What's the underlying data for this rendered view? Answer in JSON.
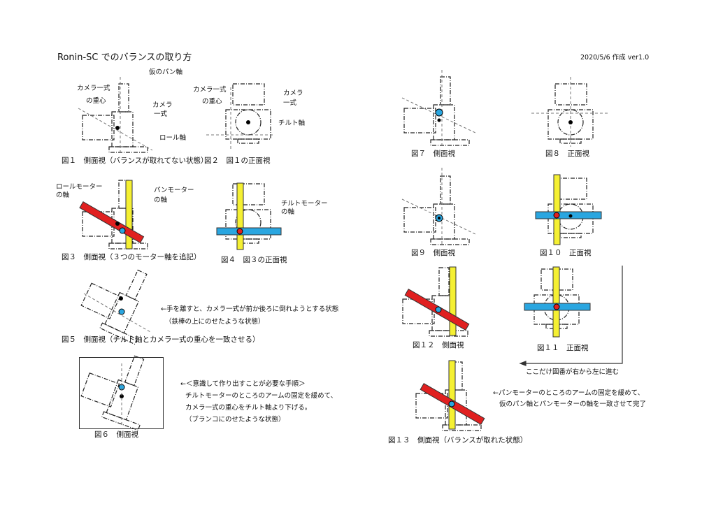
{
  "title": "Ronin-SC でのバランスの取り方",
  "version": "2020/5/6 作成  ver1.0",
  "fig1": {
    "pan_axis": "仮のパン軸",
    "cg1": "カメラ一式",
    "cg2": "の重心",
    "cam1": "カメラ",
    "cam2": "一式",
    "roll_axis": "ロール軸",
    "caption": "図１　側面視（バランスが取れてない状態）"
  },
  "fig2": {
    "cg1": "カメラ一式",
    "cg2": "の重心",
    "cam1": "カメラ",
    "cam2": "一式",
    "tilt_axis": "チルト軸",
    "caption": "図２　図１の正面視"
  },
  "fig3": {
    "roll1": "ロールモーター",
    "roll2": "の軸",
    "pan1": "パンモーター",
    "pan2": "の軸",
    "caption": "図３　側面視（３つのモーター軸を追記）"
  },
  "fig4": {
    "tilt1": "チルトモーター",
    "tilt2": "の軸",
    "caption": "図４　図３の正面視"
  },
  "fig5": {
    "note1": "←手を離すと、カメラ一式が前か後ろに倒れようとする状態",
    "note2": "（鉄棒の上にのせたような状態）",
    "caption": "図５　側面視（チルト軸とカメラ一式の重心を一致させる）"
  },
  "fig6": {
    "note1": "←＜意識して作り出すことが必要な手順＞",
    "note2": "チルトモーターのところのアームの固定を緩めて、",
    "note3": "カメラ一式の重心をチルト軸より下げる。",
    "note4": "（ブランコにのせたような状態）",
    "caption": "図６　側面視"
  },
  "fig7": {
    "caption": "図７　側面視"
  },
  "fig8": {
    "caption": "図８　正面視"
  },
  "fig9": {
    "caption": "図９　側面視"
  },
  "fig10": {
    "caption": "図１０　正面視"
  },
  "fig11": {
    "caption": "図１１　正面視"
  },
  "fig12": {
    "caption": "図１２　側面視"
  },
  "order_note": "ここだけ図番が右から左に進む",
  "fig13": {
    "note1": "←パンモーターのところのアームの固定を緩めて、",
    "note2": "仮のパン軸とパンモーターの軸を一致させて完了",
    "caption": "図１３　側面視（バランスが取れた状態）"
  },
  "colors": {
    "pan_axis": "#f5f032",
    "roll_axis": "#e02020",
    "tilt_axis": "#2aa6e0"
  }
}
